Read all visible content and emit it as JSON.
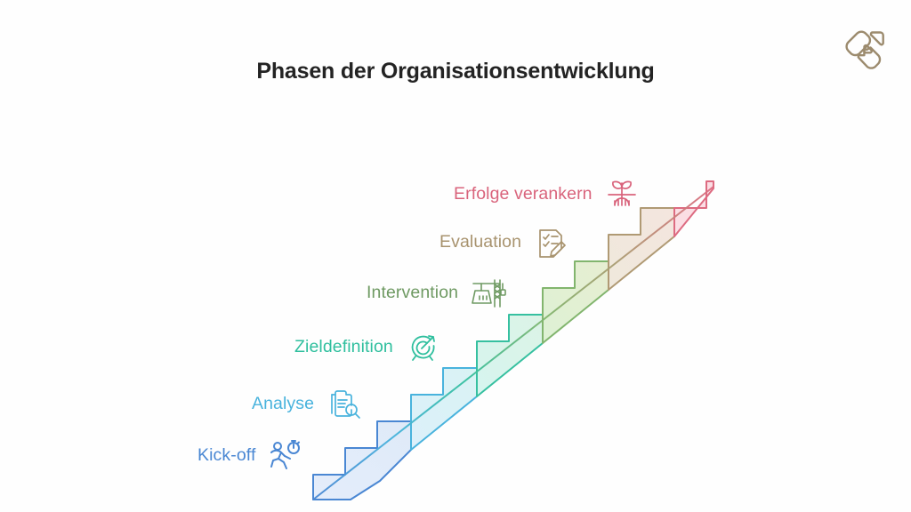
{
  "slide": {
    "title": "Phasen der Organisationsentwicklung",
    "background_color": "#ffffff",
    "title_color": "#232323"
  },
  "logo": {
    "name": "brand-logo",
    "color": "#9c8b6e",
    "description": "interlocking rounded shapes monogram"
  },
  "staircase": {
    "description": "Ascending staircase of 12 steps rising left-to-right, grouped into 6 colored phase segments of 2 steps each",
    "step_count": 12,
    "direction": "ascending-right",
    "segments": [
      {
        "index": 0,
        "phase": "Kick-off",
        "stroke": "#4a87d3",
        "fill_start": "#e3ecfa",
        "fill_end": "#dfeaf8"
      },
      {
        "index": 1,
        "phase": "Analyse",
        "stroke": "#49b3dd",
        "fill_start": "#dcf0f9",
        "fill_end": "#d9f2f3"
      },
      {
        "index": 2,
        "phase": "Zieldefinition",
        "stroke": "#36c0a0",
        "fill_start": "#d6f4ec",
        "fill_end": "#d7f3e4"
      },
      {
        "index": 3,
        "phase": "Intervention",
        "stroke": "#82b56e",
        "fill_start": "#ddf0d3",
        "fill_end": "#e2eecd"
      },
      {
        "index": 4,
        "phase": "Evaluation",
        "stroke": "#b09a74",
        "fill_start": "#eee7da",
        "fill_end": "#f2e6de"
      },
      {
        "index": 5,
        "phase": "Erfolge verankern",
        "stroke": "#dd6b81",
        "fill_start": "#fadee4",
        "fill_end": "#fbdde4"
      }
    ]
  },
  "phases": [
    {
      "id": "kick-off",
      "label": "Kick-off",
      "color": "#4a87d3",
      "icon": "running-person-stopwatch-icon",
      "order": 1
    },
    {
      "id": "analyse",
      "label": "Analyse",
      "color": "#49b3dd",
      "icon": "clipboard-magnifier-icon",
      "order": 2
    },
    {
      "id": "zieldefinition",
      "label": "Zieldefinition",
      "color": "#2fbf9e",
      "icon": "target-arrow-icon",
      "order": 3
    },
    {
      "id": "intervention",
      "label": "Intervention",
      "color": "#6f9a63",
      "icon": "crane-container-icon",
      "order": 4
    },
    {
      "id": "evaluation",
      "label": "Evaluation",
      "color": "#a8936e",
      "icon": "checklist-pencil-icon",
      "order": 5
    },
    {
      "id": "erfolge-verankern",
      "label": "Erfolge verankern",
      "color": "#d9647c",
      "icon": "seedling-roots-icon",
      "order": 6
    }
  ]
}
